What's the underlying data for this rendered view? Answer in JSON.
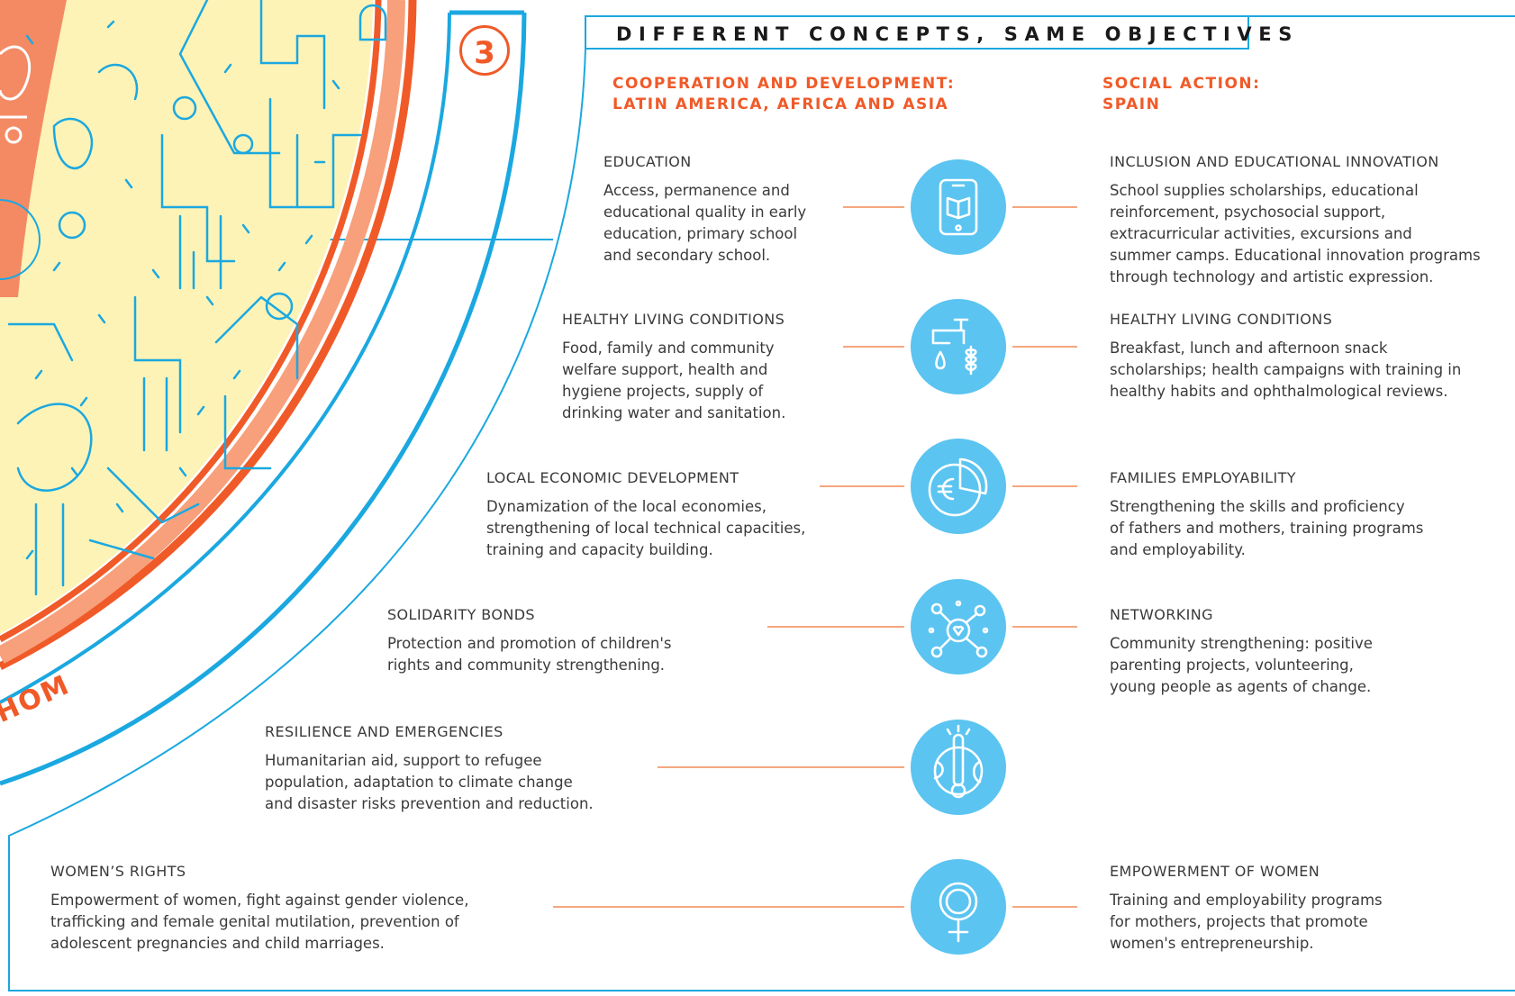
{
  "header": {
    "title": "DIFFERENT CONCEPTS, SAME OBJECTIVES"
  },
  "badge": {
    "number": "3"
  },
  "curve_text": "HOM",
  "columns": {
    "left": {
      "line1": "COOPERATION AND DEVELOPMENT:",
      "line2": "LATIN AMERICA, AFRICA AND ASIA"
    },
    "right": {
      "line1": "SOCIAL ACTION:",
      "line2": "SPAIN"
    }
  },
  "colors": {
    "accent": "#f05a28",
    "blue": "#1ba8e0",
    "icon_fill": "#5bc4f1",
    "connector": "#f5a77f",
    "art_fill": "#fdf3b6"
  },
  "rows": [
    {
      "icon": "tablet-book-icon",
      "left_title": "EDUCATION",
      "left_desc": [
        "Access, permanence and",
        "educational quality in early",
        "education, primary school",
        "and secondary school."
      ],
      "right_title": "INCLUSION AND EDUCATIONAL INNOVATION",
      "right_desc": [
        "School supplies scholarships, educational",
        "reinforcement, psychosocial support,",
        "extracurricular activities, excursions and",
        "summer camps. Educational innovation programs",
        "through technology and artistic expression."
      ]
    },
    {
      "icon": "water-tap-wheat-icon",
      "left_title": "HEALTHY LIVING CONDITIONS",
      "left_desc": [
        "Food, family and community",
        "welfare support, health and",
        "hygiene projects, supply of",
        "drinking water and sanitation."
      ],
      "right_title": "HEALTHY LIVING CONDITIONS",
      "right_desc": [
        "Breakfast, lunch and afternoon snack",
        "scholarships; health campaigns with training in",
        "healthy habits and ophthalmological reviews."
      ]
    },
    {
      "icon": "euro-pie-chart-icon",
      "left_title": "LOCAL ECONOMIC DEVELOPMENT",
      "left_desc": [
        "Dynamization of the local economies,",
        "strengthening of local technical capacities,",
        "training and capacity building."
      ],
      "right_title": "FAMILIES EMPLOYABILITY",
      "right_desc": [
        "Strengthening the skills and proficiency",
        "of fathers and mothers, training programs",
        "and employability."
      ]
    },
    {
      "icon": "network-heart-icon",
      "left_title": "SOLIDARITY BONDS",
      "left_desc": [
        "Protection and promotion of children's",
        "rights and community strengthening."
      ],
      "right_title": "NETWORKING",
      "right_desc": [
        "Community strengthening: positive",
        "parenting projects, volunteering,",
        "young people as agents of change."
      ]
    },
    {
      "icon": "globe-thermometer-icon",
      "left_title": "RESILIENCE AND EMERGENCIES",
      "left_desc": [
        "Humanitarian aid, support to refugee",
        "population, adaptation to climate change",
        "and disaster risks prevention and reduction."
      ],
      "right_title": "",
      "right_desc": []
    },
    {
      "icon": "female-symbol-icon",
      "left_title": "WOMEN’S RIGHTS",
      "left_desc": [
        "Empowerment of women, fight against gender violence,",
        "trafficking and female genital mutilation, prevention of",
        "adolescent pregnancies and child marriages."
      ],
      "right_title": "EMPOWERMENT OF WOMEN",
      "right_desc": [
        "Training and employability programs",
        "for mothers, projects that promote",
        "women's entrepreneurship."
      ]
    }
  ]
}
